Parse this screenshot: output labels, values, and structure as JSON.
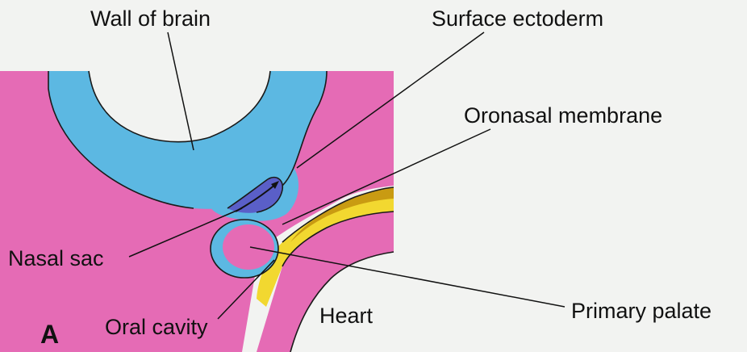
{
  "figure": {
    "panel_letter": "A",
    "labels": {
      "wall_of_brain": "Wall of brain",
      "surface_ectoderm": "Surface ectoderm",
      "oronasal_membrane": "Oronasal membrane",
      "nasal_sac": "Nasal sac",
      "oral_cavity": "Oral cavity",
      "heart": "Heart",
      "primary_palate": "Primary palate"
    },
    "colors": {
      "mesenchyme": "#e56bb5",
      "ectoderm": "#5cb8e2",
      "nasal_lumen": "#5a5fc8",
      "oral_cavity": "#f2d830",
      "oral_shadow": "#c99b12",
      "background": "#f2f3f1"
    }
  }
}
